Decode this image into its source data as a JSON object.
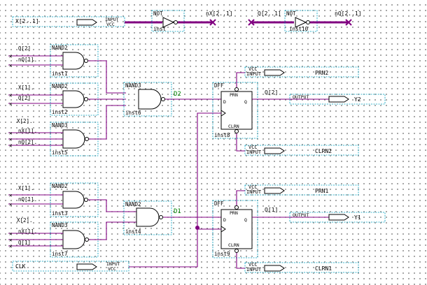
{
  "top": {
    "input_x": {
      "name": "X[2..1]",
      "type": "INPUT",
      "default": "VCC"
    },
    "not1": {
      "type": "NOT",
      "inst": "inst"
    },
    "nx_bus": "nX[2..1]",
    "q_bus": "Q[2..1]",
    "not2": {
      "type": "NOT",
      "inst": "inst10"
    },
    "nq_bus": "nQ[2..1]"
  },
  "gates": {
    "inst1": {
      "type": "NAND2",
      "inst": "inst1",
      "in1": "Q[2]",
      "in2": "nQ[1]."
    },
    "inst2": {
      "type": "NAND2",
      "inst": "inst2",
      "in1": "X[1].",
      "in2": "Q[2]"
    },
    "inst5": {
      "type": "NAND3",
      "inst": "inst5",
      "in1": "X[2].",
      "in2": "nX[1].",
      "in3": "nQ[2]."
    },
    "inst6": {
      "type": "NAND3",
      "inst": "inst6"
    },
    "inst3": {
      "type": "NAND2",
      "inst": "inst3",
      "in1": "X[1].",
      "in2": "nQ[1]."
    },
    "inst7": {
      "type": "NAND3",
      "inst": "inst7",
      "in1": "X[2].",
      "in2": "nX[1].",
      "in3": "Q[1]"
    },
    "inst4": {
      "type": "NAND2",
      "inst": "inst4"
    }
  },
  "signals": {
    "d2": "D2",
    "d1": "D1"
  },
  "dffs": {
    "inst8": {
      "type": "DFF",
      "inst": "inst8",
      "prn": "PRN",
      "d": "D",
      "q": "Q",
      "clrn": "CLRN",
      "prn_pin": "PRN2",
      "clrn_pin": "CLRN2",
      "q_signal": "Q[2]"
    },
    "inst9": {
      "type": "DFF",
      "inst": "inst9",
      "prn": "PRN",
      "d": "D",
      "q": "Q",
      "clrn": "CLRN",
      "prn_pin": "PRN1",
      "clrn_pin": "CLRN1",
      "q_signal": "Q[1]"
    }
  },
  "vcc": {
    "text": "VCC",
    "type": "INPUT"
  },
  "outputs": {
    "y2": {
      "type": "OUTPUT",
      "name": "Y2"
    },
    "y1": {
      "type": "OUTPUT",
      "name": "Y1"
    }
  },
  "clk": {
    "name": "CLK",
    "type": "INPUT",
    "default": "VCC"
  }
}
